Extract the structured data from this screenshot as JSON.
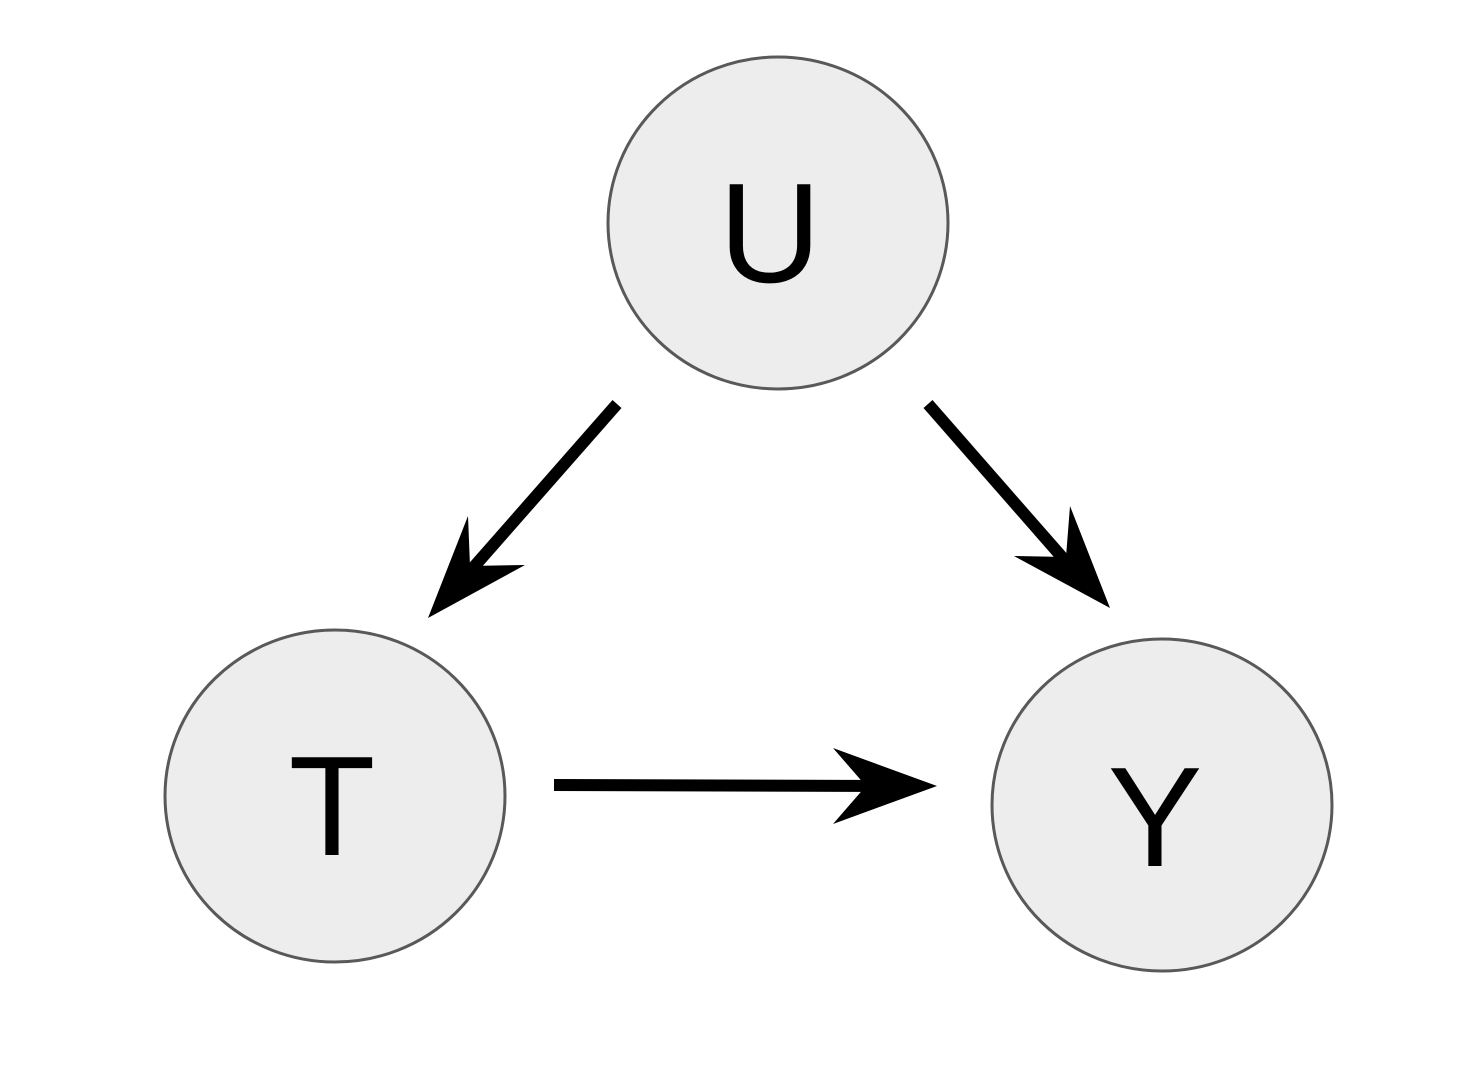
{
  "nodes": {
    "u": {
      "label": "U"
    },
    "t": {
      "label": "T"
    },
    "y": {
      "label": "Y"
    }
  },
  "edges": [
    {
      "from": "U",
      "to": "T"
    },
    {
      "from": "U",
      "to": "Y"
    },
    {
      "from": "T",
      "to": "Y"
    }
  ],
  "colors": {
    "node_fill": "#ededed",
    "node_stroke": "#595959",
    "edge": "#000000",
    "text": "#000000"
  }
}
